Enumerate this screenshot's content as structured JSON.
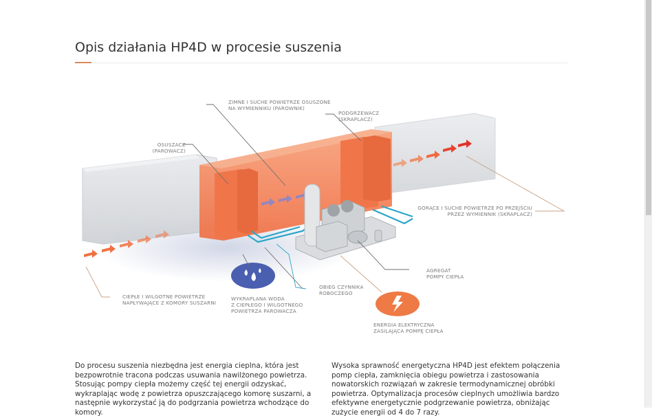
{
  "header": {
    "title": "Opis działania HP4D w procesie suszenia",
    "accent_color": "#d9895a"
  },
  "diagram": {
    "labels": {
      "cold_dry_air": [
        "Zimne i suche powietrze osuszone",
        "na wymienniku (parownik)"
      ],
      "heater": [
        "Podgrzewacz",
        "(skraplacz)"
      ],
      "dryer": [
        "Osuszacz",
        "(parowacz)"
      ],
      "hot_dry_air": [
        "Gorące i suche powietrze po przejściu",
        "przez wymiennik (skraplacz)"
      ],
      "warm_humid_air": [
        "Ciepłe i wilgotne powietrze",
        "napływające z komory suszarni"
      ],
      "condensed_water": [
        "Wykraplana woda",
        "z ciepłego i wilgotnego",
        "powietrza parowacza"
      ],
      "refrigerant_loop": [
        "Obieg czynnika",
        "roboczego"
      ],
      "heat_pump_unit": [
        "Agregat",
        "pompy ciepła"
      ],
      "electric_energy": [
        "Energia elektryczna",
        "zasilająca pompę ciepła"
      ]
    },
    "icons": {
      "water": "water-drops-icon",
      "energy": "lightning-bolt-icon"
    },
    "colors": {
      "heater_orange": "#f07a4f",
      "duct_gray": "#d5d8dc",
      "water_blue": "#4a5fb0",
      "energy_orange": "#ee7a45",
      "pipe_cyan": "#2aa6c9",
      "arrow_red": "#e0322d"
    }
  },
  "content": {
    "left_paragraph": "Do procesu suszenia niezbędna jest energia cieplna, która jest bezpowrotnie tracona podczas usuwania nawilżonego powietrza. Stosując pompy ciepła możemy część tej energii odzyskać, wykraplając wodę z powietrza opuszczającego komorę suszarni, a następnie wykorzystać ją do podgrzania powietrza wchodzące do komory.",
    "right_paragraph": "Wysoka sprawność energetyczna HP4D jest efektem połączenia pomp ciepła, zamknięcia obiegu powietrza i zastosowania nowatorskich rozwiązań w zakresie termodynamicznej obróbki powietrza. Optymalizacja procesów cieplnych umożliwia bardzo efektywne energetycznie podgrzewanie powietrza, obniżając zużycie energii od 4 do 7 razy."
  }
}
